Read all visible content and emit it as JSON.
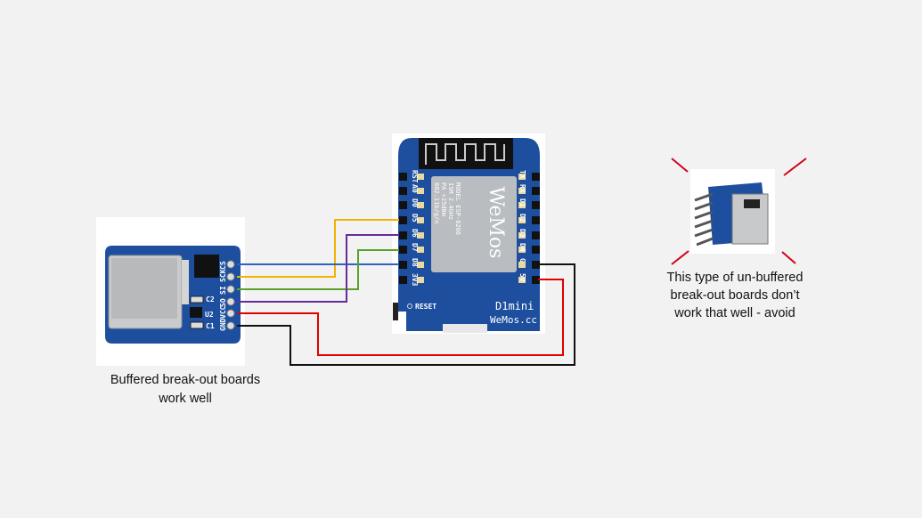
{
  "left_caption": [
    "Buffered  break-out boards",
    "work well"
  ],
  "right_caption": [
    "This type of un-buffered",
    "break-out boards don’t",
    "work that well - avoid"
  ],
  "sd_board": {
    "pins": [
      "CS",
      "SCK",
      "SI",
      "SO",
      "VCC",
      "GND"
    ],
    "components": [
      "C2",
      "U2",
      "C1"
    ]
  },
  "d1_mini": {
    "left_pins": [
      "RST",
      "A0",
      "D0",
      "D5",
      "D6",
      "D7",
      "D8",
      "3V3"
    ],
    "right_pins": [
      "TX",
      "RX",
      "D1",
      "D2",
      "D3",
      "D4",
      "G",
      "5V"
    ],
    "module_text": [
      "MODEL  ESP-8266",
      "ISM 2.4GHz",
      "PA +25dBm",
      "802.11b/g/n"
    ],
    "logo": "WeMos",
    "reset_label": "RESET",
    "name": "D1mini",
    "site": "WeMos.cc"
  },
  "wires": [
    {
      "from": "SCK",
      "to": "D5",
      "color": "#f0b400"
    },
    {
      "from": "CS",
      "to": "D8",
      "color": "#2e62c0"
    },
    {
      "from": "SI",
      "to": "D7",
      "color": "#5aa02c"
    },
    {
      "from": "SO",
      "to": "D6",
      "color": "#6a2a9a"
    },
    {
      "from": "VCC",
      "to": "5V",
      "color": "#e00000"
    },
    {
      "from": "GND",
      "to": "G",
      "color": "#111111"
    }
  ]
}
